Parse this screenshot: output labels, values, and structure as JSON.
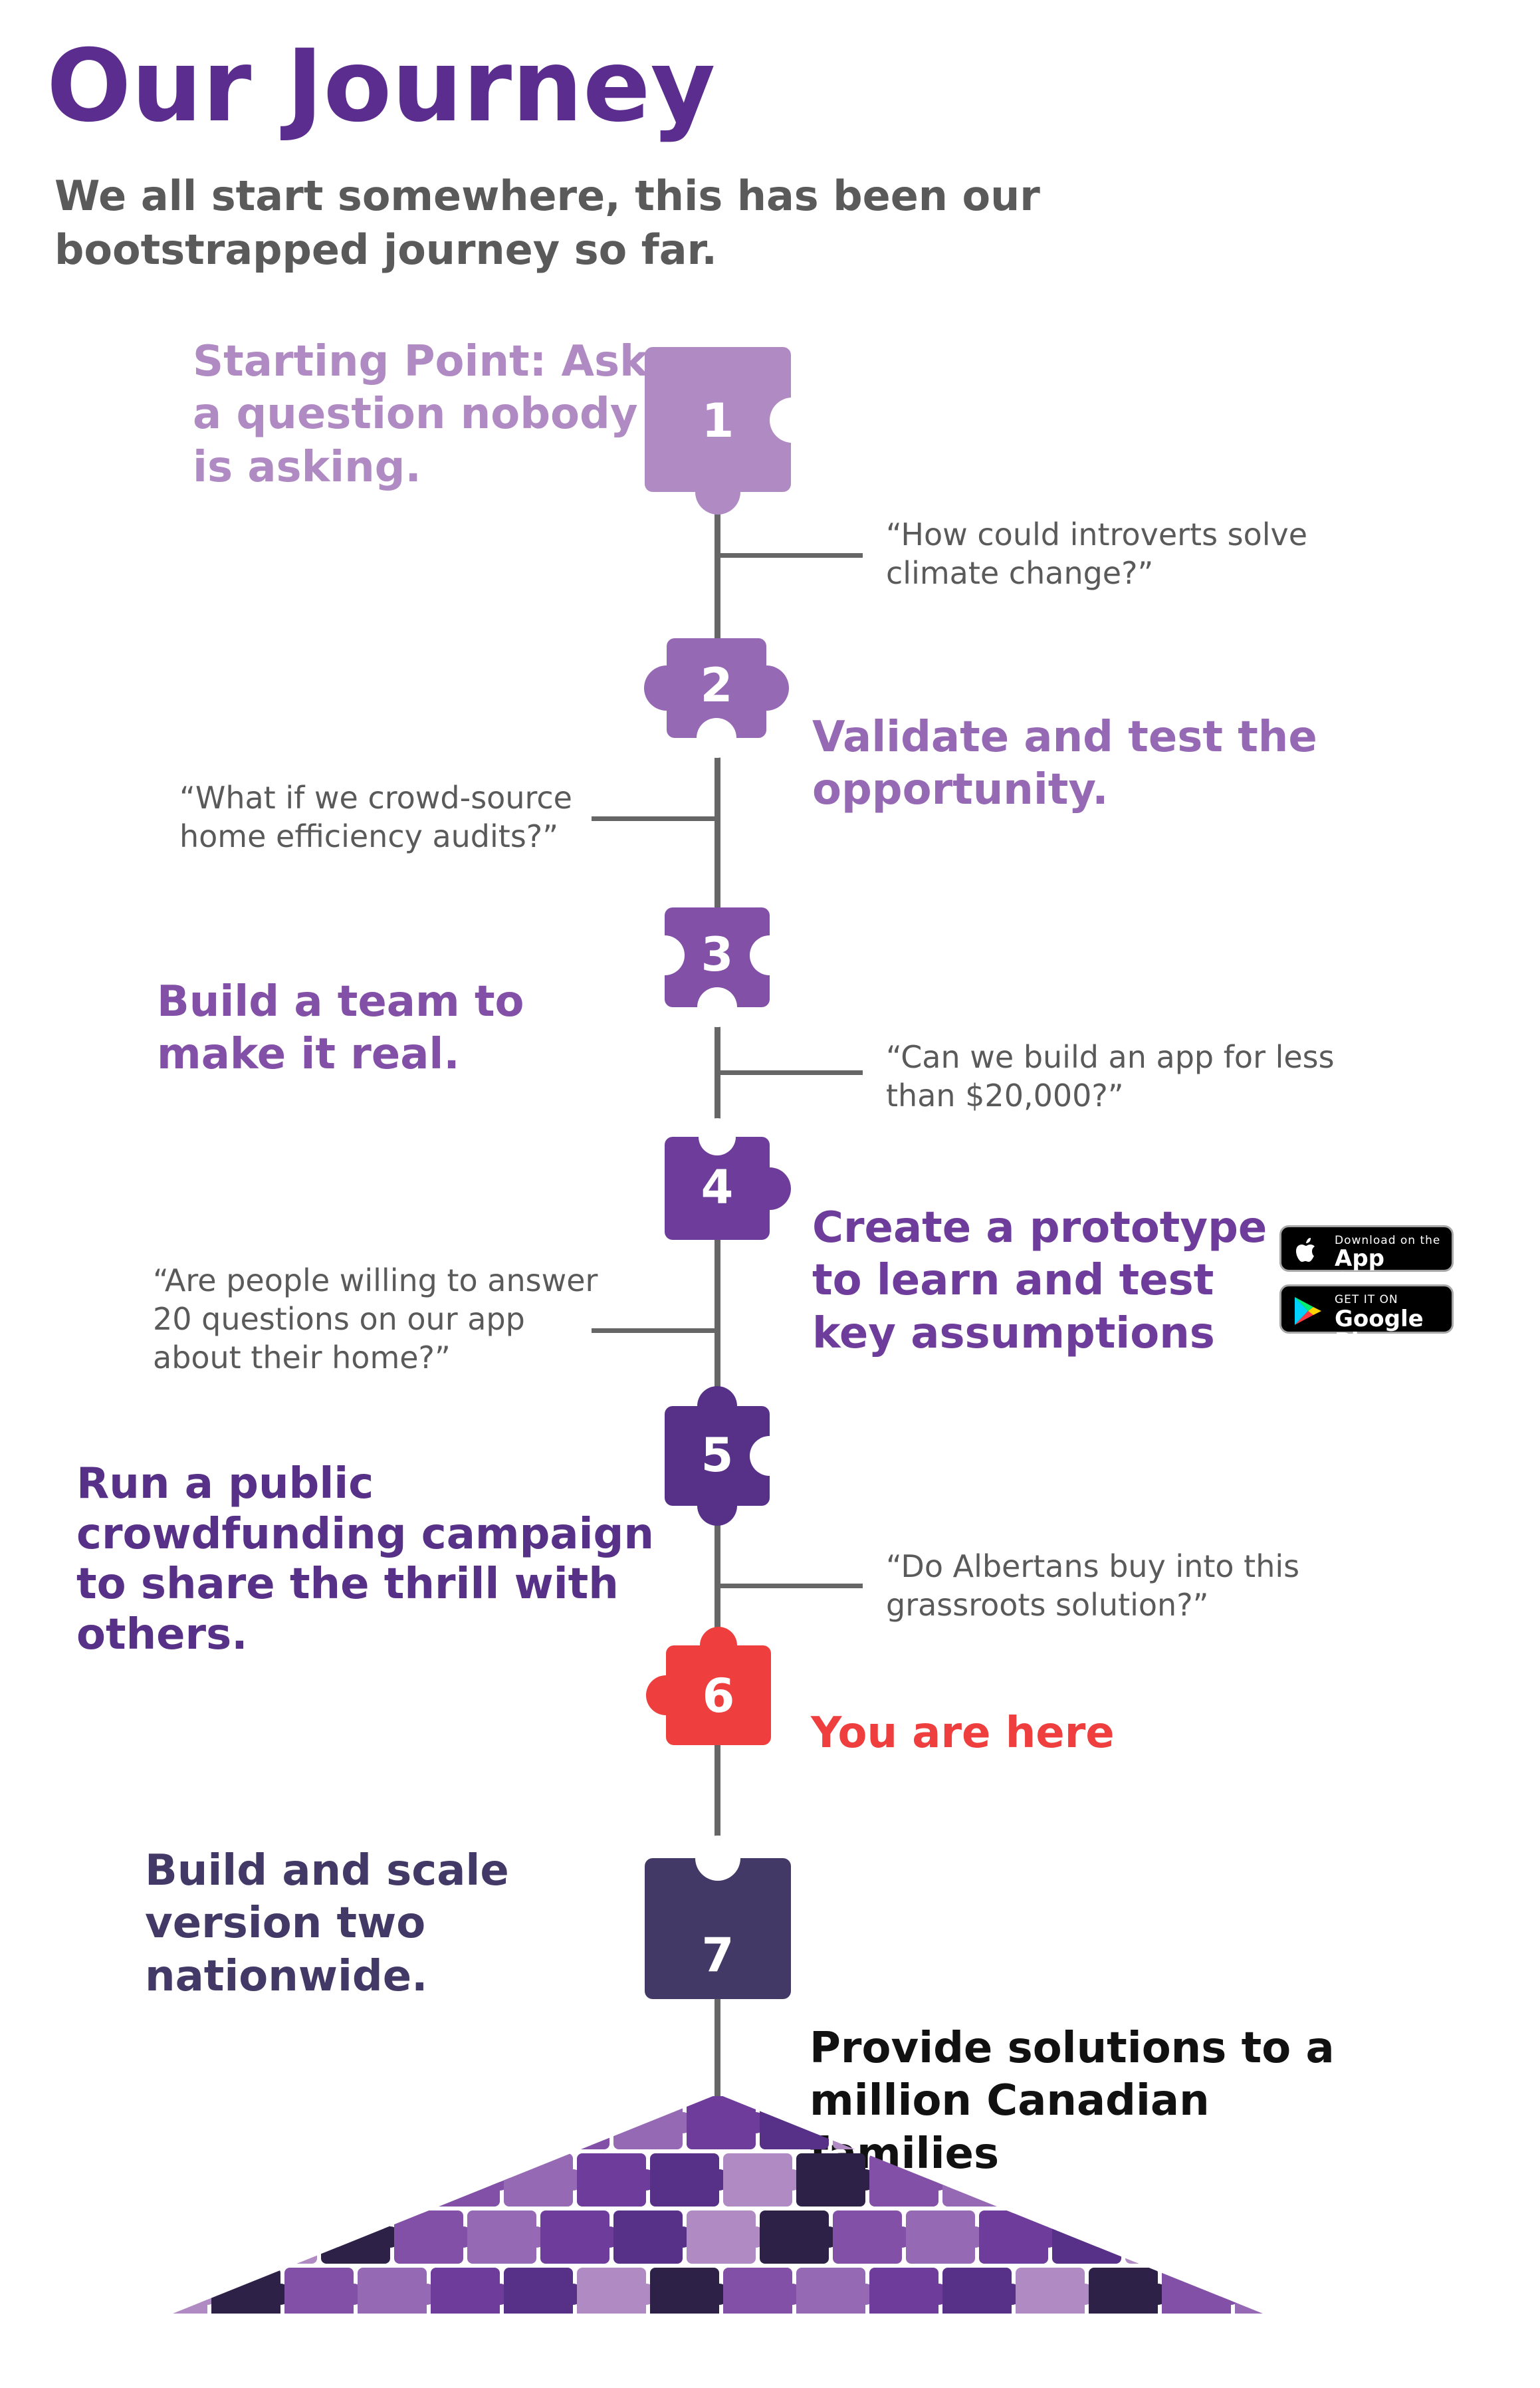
{
  "header": {
    "title": "Our Journey",
    "subtitle": "We all start somewhere, this has been our bootstrapped journey so far."
  },
  "colors": {
    "step1": "#b08ac2",
    "step2": "#9669b4",
    "step3": "#8250a6",
    "step4": "#6e3d9b",
    "step5": "#573088",
    "step6": "#ee3e3e",
    "step7": "#433966",
    "final": "#111111",
    "quote": "#5a5a5a",
    "title": "#5b2d8e"
  },
  "steps": [
    {
      "number": "1",
      "title": "Starting Point: Ask a question nobody is asking.",
      "quote": "“How could introverts solve climate change?”"
    },
    {
      "number": "2",
      "title": "Validate and test the opportunity.",
      "quote": "“What if we crowd-source home efficiency audits?”"
    },
    {
      "number": "3",
      "title": "Build a team to make it real.",
      "quote": "“Can we build an app for less than $20,000?”"
    },
    {
      "number": "4",
      "title": "Create a prototype to learn and test key assumptions",
      "quote": "“Are people willing to answer 20 questions on our app about their home?”"
    },
    {
      "number": "5",
      "title": "Run a public crowdfunding campaign to share the thrill with others.",
      "quote": "“Do Albertans buy into this grassroots solution?”"
    },
    {
      "number": "6",
      "title": "You are here"
    },
    {
      "number": "7",
      "title": "Build and scale version two nationwide."
    }
  ],
  "final": {
    "title": "Provide solutions to a million Canadian families"
  },
  "badges": {
    "appstore": {
      "small": "Download on the",
      "big": "App Store",
      "icon": "apple-icon"
    },
    "googleplay": {
      "small": "GET IT ON",
      "big": "Google Play",
      "icon": "play-triangle-icon"
    }
  }
}
